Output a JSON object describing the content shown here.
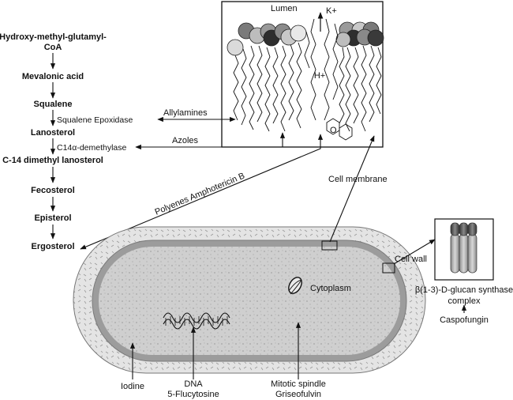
{
  "pathway": {
    "steps": [
      {
        "line1": "Hydroxy-methyl-glutamyl-",
        "line2": "CoA"
      },
      {
        "line1": "Mevalonic acid"
      },
      {
        "line1": "Squalene"
      },
      {
        "line1": "Lanosterol"
      },
      {
        "line1": "C-14 dimethyl lanosterol"
      },
      {
        "line1": "Fecosterol"
      },
      {
        "line1": "Episterol"
      },
      {
        "line1": "Ergosterol"
      }
    ],
    "enzymes": [
      "Squalene Epoxidase",
      "C14α-demethylase"
    ]
  },
  "drugs": {
    "allylamines": "Allylamines",
    "azoles": "Azoles",
    "polyenes": "Polyenes Amphotericin B",
    "iodine": "Iodine",
    "dna": "DNA",
    "flucytosine": "5-Flucytosine",
    "spindle": "Mitotic spindle",
    "griseofulvin": "Griseofulvin",
    "caspofungin": "Caspofungin"
  },
  "membrane": {
    "lumen": "Lumen",
    "k_ion": "K+",
    "h_ion": "H+",
    "oxygen": "O"
  },
  "cell": {
    "cell_membrane": "Cell membrane",
    "cell_wall": "Cell wall",
    "cytoplasm": "Cytoplasm",
    "glucan_line1": "β(1-3)-D-glucan synthase",
    "glucan_line2": "complex"
  }
}
